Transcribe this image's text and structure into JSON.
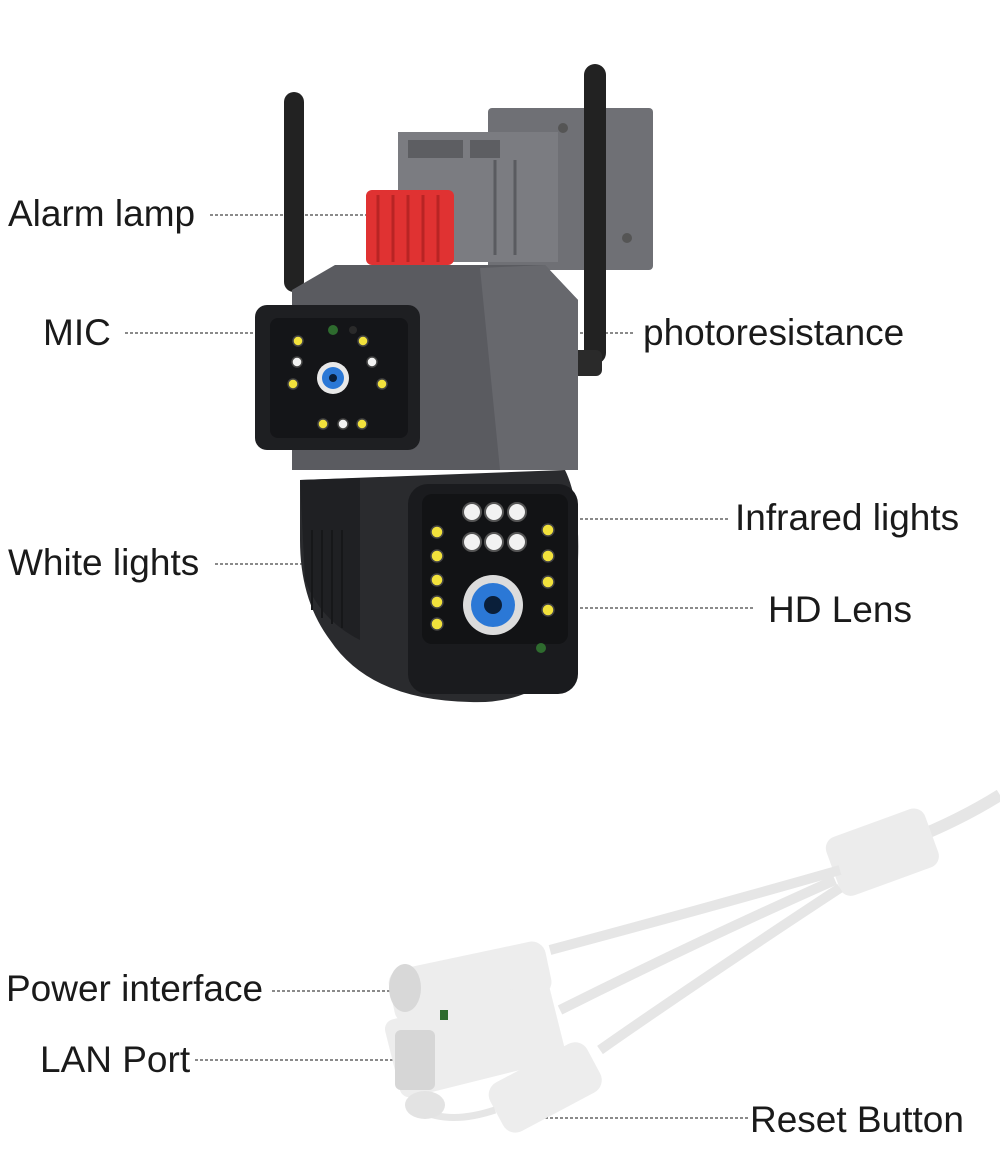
{
  "labels": {
    "alarm_lamp": "Alarm lamp",
    "mic": "MIC",
    "photoresistance": "photoresistance",
    "infrared_lights": "Infrared lights",
    "white_lights": "White lights",
    "hd_lens": "HD Lens",
    "power_interface": "Power interface",
    "lan_port": "LAN Port",
    "reset_button": "Reset Button"
  },
  "colors": {
    "text": "#1a1a1a",
    "leader_line": "#444444",
    "camera_housing": "#5a5b60",
    "camera_face": "#1e1f22",
    "alarm_lamp": "#e03232",
    "cable": "#e6e6e6",
    "white_led": "#f2f2f2",
    "yellow_led": "#f2e23c",
    "lens": "#2b78d6"
  }
}
